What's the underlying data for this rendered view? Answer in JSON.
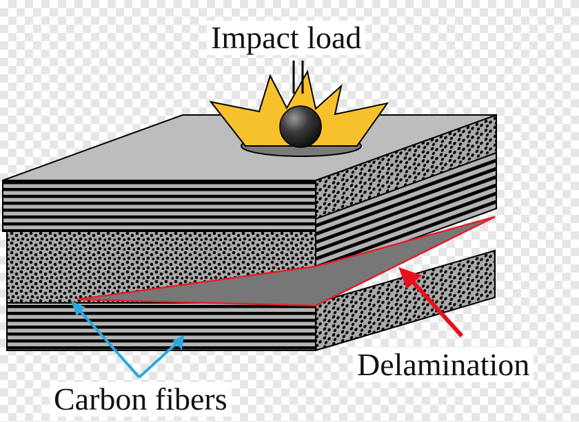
{
  "labels": {
    "impact_load": "Impact load",
    "delamination": "Delamination",
    "carbon_fibers": "Carbon fibers"
  },
  "colors": {
    "laminate_face": "#aaaaaa",
    "laminate_top": "#bdbdbd",
    "fiber_dots": "#000000",
    "delamination_gap": "#777777",
    "delamination_outline": "#e0202a",
    "delamination_arrow": "#e8101e",
    "carbon_arrow": "#29a9e0",
    "impact_star": "#f6c12a",
    "impactor_ball": "#333333"
  },
  "icons": {
    "impactor": "steel-ball-icon",
    "impact_burst": "star-burst-icon",
    "impact_direction": "double-line-arrow-icon"
  }
}
